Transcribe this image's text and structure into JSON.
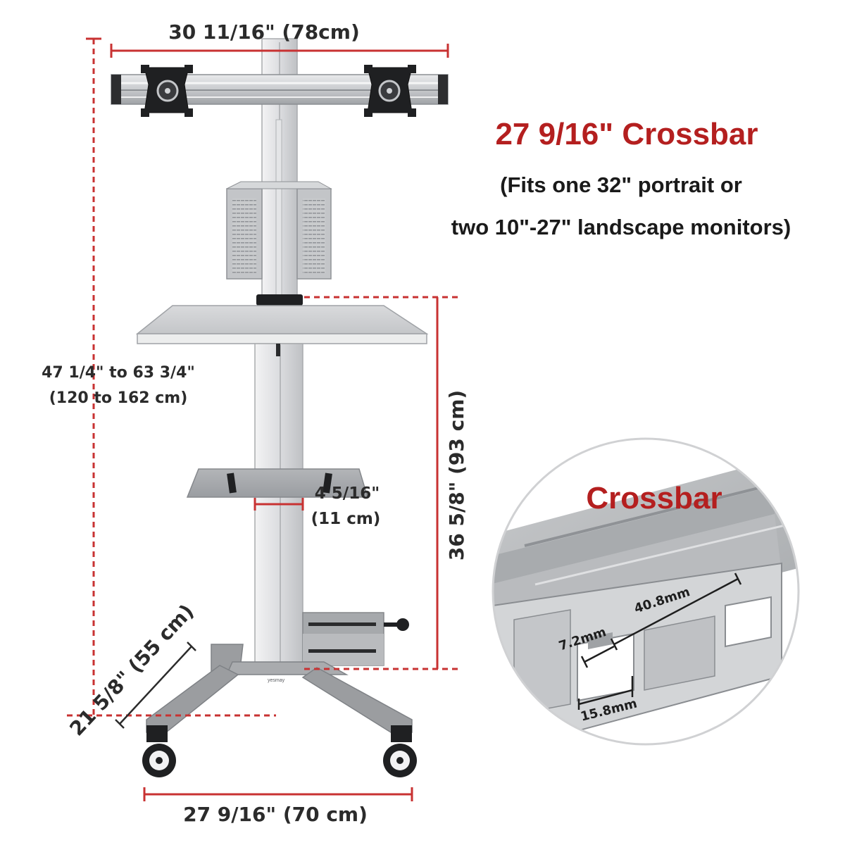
{
  "dimensions": {
    "crossbar_total_width": "30 11/16\" (78cm)",
    "height_range_line1": "47 1/4\" to 63 3/4\"",
    "height_range_line2": "(120 to 162 cm)",
    "desk_height": "36 5/8\" (93 cm)",
    "keyboard_tray_line1": "4 5/16\"",
    "keyboard_tray_line2": "(11 cm)",
    "base_depth": "21 5/8\" (55 cm)",
    "base_width": "27 9/16\" (70 cm)"
  },
  "callout": {
    "title": "27 9/16\" Crossbar",
    "line1": "(Fits one 32\" portrait or",
    "line2": "two 10\"-27\" landscape monitors)"
  },
  "inset": {
    "title": "Crossbar",
    "slot_width": "7.2mm",
    "slot_spacing": "40.8mm",
    "channel_width": "15.8mm"
  },
  "colors": {
    "dimension_line": "#c83232",
    "heading": "#b41f1f",
    "frame": "#d9dadc",
    "base": "#9b9da0",
    "aluminum": "#b4b6b8"
  }
}
